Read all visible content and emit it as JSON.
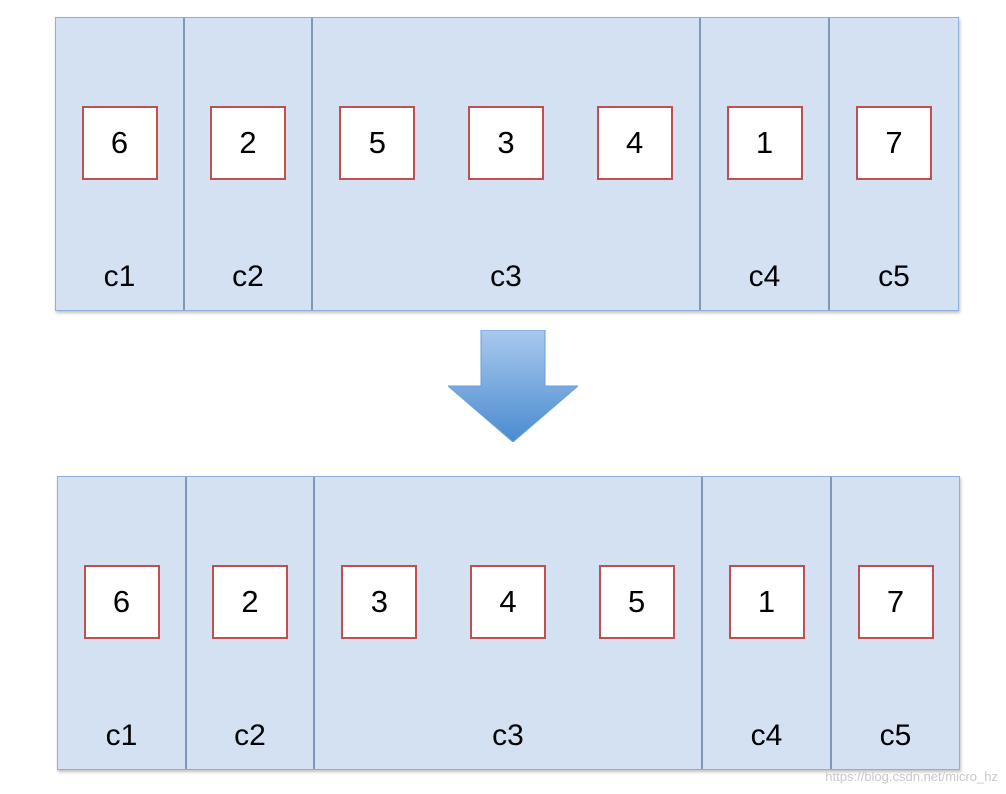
{
  "before": {
    "groups": [
      {
        "label": "c1",
        "items": [
          "6"
        ]
      },
      {
        "label": "c2",
        "items": [
          "2"
        ]
      },
      {
        "label": "c3",
        "items": [
          "5",
          "3",
          "4"
        ]
      },
      {
        "label": "c4",
        "items": [
          "1"
        ]
      },
      {
        "label": "c5",
        "items": [
          "7"
        ]
      }
    ]
  },
  "after": {
    "groups": [
      {
        "label": "c1",
        "items": [
          "6"
        ]
      },
      {
        "label": "c2",
        "items": [
          "2"
        ]
      },
      {
        "label": "c3",
        "items": [
          "3",
          "4",
          "5"
        ]
      },
      {
        "label": "c4",
        "items": [
          "1"
        ]
      },
      {
        "label": "c5",
        "items": [
          "7"
        ]
      }
    ]
  },
  "arrow": {
    "icon": "down-arrow-icon",
    "color": "#5b9bd5"
  },
  "colors": {
    "panel_fill": "#d3e1f3",
    "panel_border": "#7d98b8",
    "item_border": "#c0504d",
    "item_fill": "#ffffff"
  },
  "watermark": "https://blog.csdn.net/micro_hz"
}
